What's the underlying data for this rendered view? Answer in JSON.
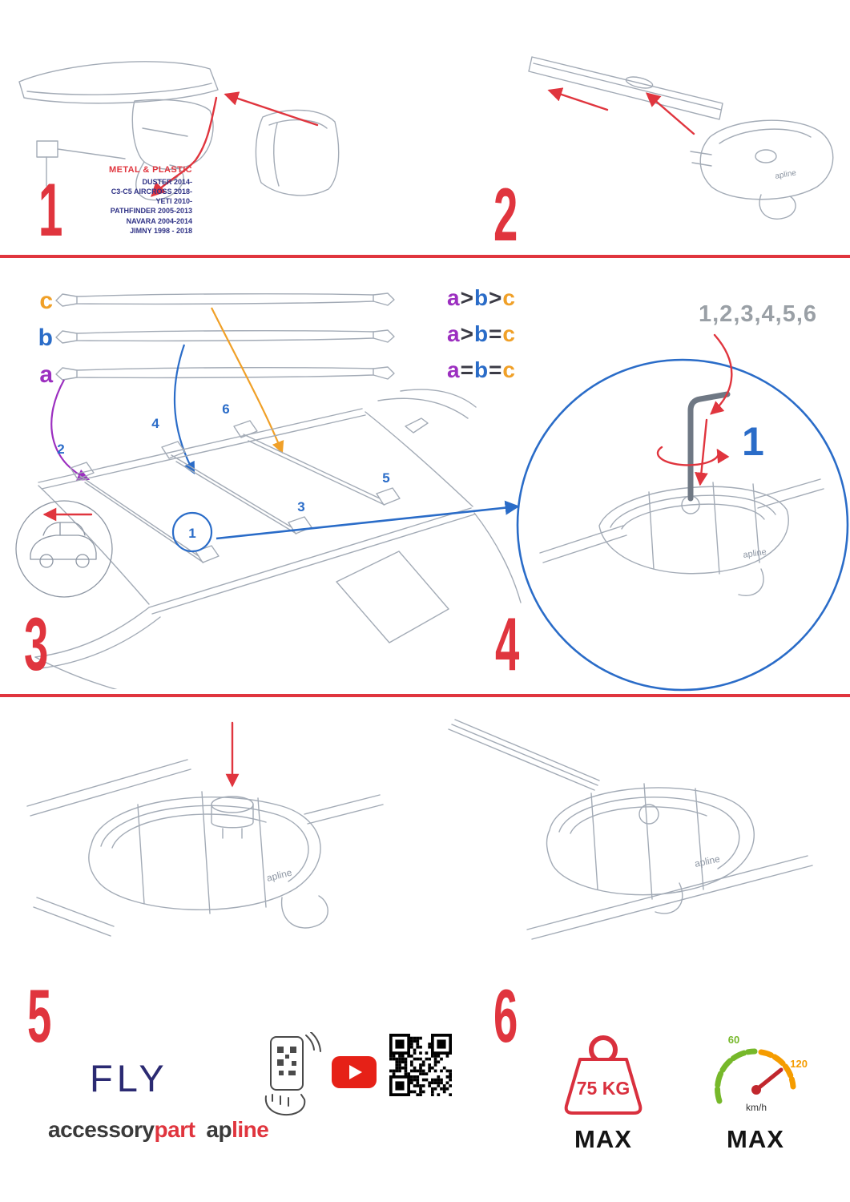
{
  "palette": {
    "red": "#e0353e",
    "blue": "#2a6cc8",
    "purple": "#9c2fc0",
    "orange": "#f0a028",
    "navy_text": "#2f3286",
    "brand_navy": "#2b2a72",
    "gray_sequence": "#9aa0a6",
    "gauge_green": "#76b82a",
    "gauge_orange": "#f59c00",
    "youtube_red": "#e62117"
  },
  "steps": [
    "1",
    "2",
    "3",
    "4",
    "5",
    "6"
  ],
  "step1": {
    "material_label": "METAL & PLASTIC",
    "models": [
      "DUSTER 2014-",
      "C3-C5 AIRCROSS 2018-",
      "YETI 2010-",
      "PATHFINDER 2005-2013",
      "NAVARA 2004-2014",
      "JIMNY 1998 - 2018"
    ]
  },
  "step3": {
    "bar_labels": [
      "c",
      "b",
      "a"
    ],
    "comparisons": [
      {
        "a": "a",
        "o1": ">",
        "b": "b",
        "o2": ">",
        "c": "c"
      },
      {
        "a": "a",
        "o1": ">",
        "b": "b",
        "o2": "=",
        "c": "c"
      },
      {
        "a": "a",
        "o1": "=",
        "b": "b",
        "o2": "=",
        "c": "c"
      }
    ],
    "positions": [
      "1",
      "2",
      "3",
      "4",
      "5",
      "6"
    ]
  },
  "step4": {
    "sequence": "1,2,3,4,5,6",
    "highlight": "1"
  },
  "product": {
    "brand": "apline"
  },
  "branding": {
    "fly": "FLY",
    "accessory": "accessory",
    "part": "part",
    "ap": "ap",
    "line": "line"
  },
  "limits": {
    "weight": "75 KG",
    "weight_max": "MAX",
    "speed_low": "60",
    "speed_high": "120",
    "speed_unit": "km/h",
    "speed_max": "MAX"
  }
}
